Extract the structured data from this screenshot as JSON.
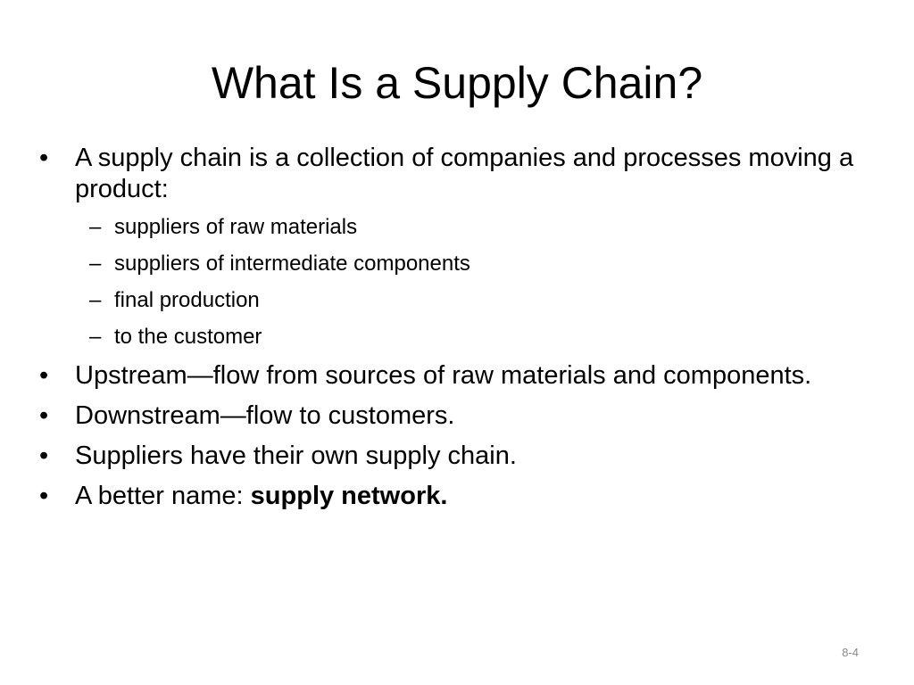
{
  "slide": {
    "title": "What Is a Supply Chain?",
    "bullet_symbol": "•",
    "dash_symbol": "–",
    "bullets": [
      {
        "text": "A supply chain is a collection of companies and processes moving a product:",
        "subitems": [
          "suppliers of raw materials",
          "suppliers of intermediate components",
          "final production",
          "to the customer"
        ]
      },
      {
        "text": "Upstream—flow from sources of raw materials and components."
      },
      {
        "text": "Downstream—flow to customers."
      },
      {
        "text": "Suppliers have their own supply chain."
      },
      {
        "text": "A better name: ",
        "bold_text": "supply network."
      }
    ],
    "slide_number": "8-4"
  }
}
